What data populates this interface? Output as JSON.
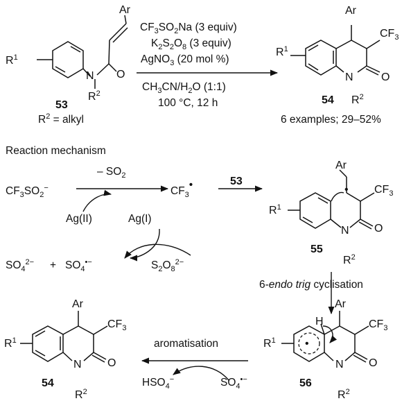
{
  "conditions": {
    "reagent1": "CF3SO2Na (3 equiv)",
    "reagent2": "K2S2O8 (3 equiv)",
    "reagent3": "AgNO3 (20 mol %)",
    "solvent": "CH3CN/H2O (1:1)",
    "temp_time": "100 °C, 12 h"
  },
  "starting_material": {
    "label": "53",
    "r2_note": "R2 = alkyl"
  },
  "product": {
    "label": "54",
    "yield_note": "6 examples; 29–52%"
  },
  "mechanism": {
    "heading": "Reaction mechanism",
    "triflinate": "CF3SO2−",
    "so2_loss": "– SO2",
    "cf3_radical": "CF3•",
    "ag2": "Ag(II)",
    "ag1": "Ag(I)",
    "sulfate": "SO42−",
    "plus": "+",
    "sulfate_radical": "SO4•−",
    "persulfate": "S2O82−",
    "arrow_53": "53",
    "radical_label": "55",
    "step_cyclisation": "6-endo trig cyclisation",
    "intermediate_label": "56",
    "step_aromatisation": "aromatisation",
    "hso4": "HSO4−",
    "so4_radical_2": "SO4•−",
    "final_label": "54"
  },
  "groups": {
    "ar": "Ar",
    "cf3": "CF3",
    "r1": "R1",
    "r2": "R2",
    "n": "N",
    "o": "O",
    "h": "H"
  }
}
